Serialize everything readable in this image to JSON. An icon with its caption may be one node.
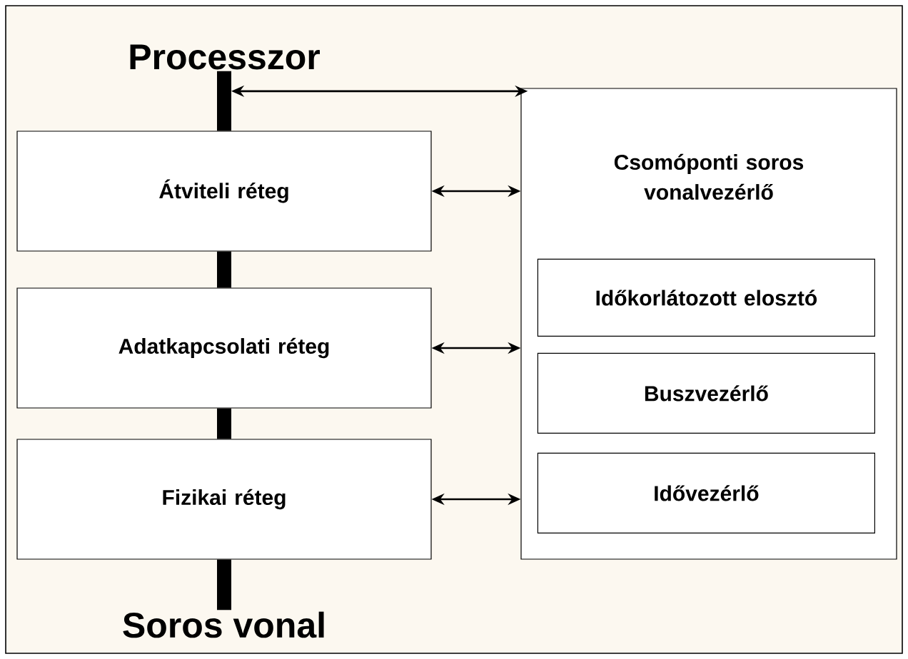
{
  "diagram": {
    "nodes": [
      {
        "text": [
          "Processzor"
        ]
      },
      {
        "text": [
          "Átviteli réteg"
        ]
      },
      {
        "text": [
          "Adatkapcsolati réteg"
        ]
      },
      {
        "text": [
          "Fizikai réteg"
        ]
      },
      {
        "text": [
          "Soros vonal"
        ]
      },
      {
        "text": [
          "Csomóponti soros vonalvezérlő"
        ]
      },
      {
        "text": [
          "Időkorlátozott elosztó"
        ],
        "in": 5
      },
      {
        "text": [
          "Buszvezérlő"
        ],
        "in": 5
      },
      {
        "text": [
          "Idővezérlő"
        ],
        "in": 5
      }
    ],
    "edges": [
      {
        "from": 0,
        "to": 1,
        "arrow": "none",
        "style": "thick"
      },
      {
        "from": 1,
        "to": 2,
        "arrow": "none",
        "style": "thick"
      },
      {
        "from": 2,
        "to": 3,
        "arrow": "none",
        "style": "thick"
      },
      {
        "from": 3,
        "to": 4,
        "arrow": "none",
        "style": "thick"
      },
      {
        "from": 0,
        "to": 5,
        "arrow": "both"
      },
      {
        "from": 1,
        "to": 5,
        "arrow": "both"
      },
      {
        "from": 2,
        "to": 5,
        "arrow": "both"
      },
      {
        "from": 3,
        "to": 5,
        "arrow": "both"
      }
    ]
  }
}
